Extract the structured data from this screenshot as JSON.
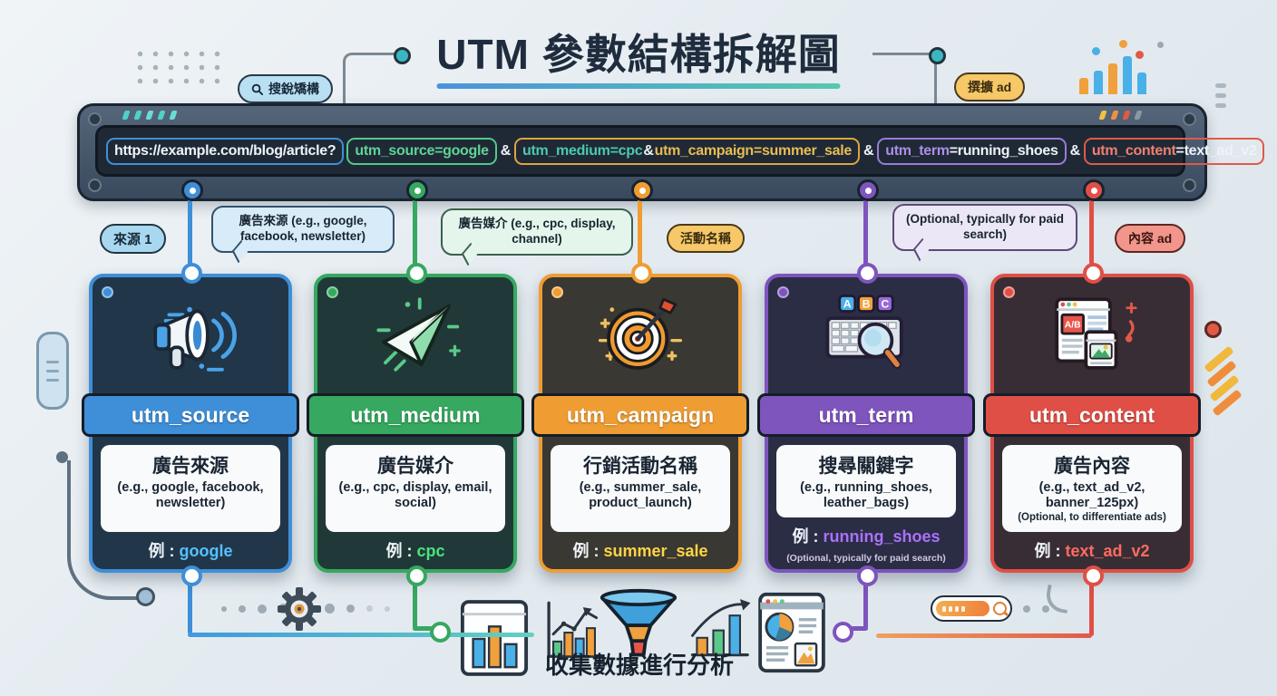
{
  "title": "UTM 參數結構拆解圖",
  "badges": {
    "search_structure": "搜銳矯構",
    "expand_ad": "撰擴 ad",
    "source_tag": "來源 1",
    "campaign_tag": "活動名稱",
    "content_tag": "內容 ad"
  },
  "url": {
    "base": "https://example.com/blog/article?",
    "amp": "&",
    "source": "utm_source=google",
    "medium": "utm_medium=cpc",
    "campaign": "utm_campaign=summer_sale",
    "term_key": "utm_term",
    "term_value": "=running_shoes",
    "content_key": "utm_content",
    "content_value": "=text_ad_v2"
  },
  "annotations": {
    "source_bubble": "廣告來源 (e.g., google, facebook, newsletter)",
    "medium_bubble": "廣告媒介 (e.g., cpc, display, channel)",
    "term_bubble": "(Optional, typically for paid search)"
  },
  "cards": [
    {
      "param": "utm_source",
      "title": "廣告來源",
      "examples": "(e.g., google, facebook, newsletter)",
      "example_label": "例 :",
      "example_value": "google",
      "color": "#3e8fd8"
    },
    {
      "param": "utm_medium",
      "title": "廣告媒介",
      "examples": "(e.g., cpc, display, email, social)",
      "example_label": "例 :",
      "example_value": "cpc",
      "color": "#36a85f"
    },
    {
      "param": "utm_campaign",
      "title": "行銷活動名稱",
      "examples": "(e.g., summer_sale, product_launch)",
      "example_label": "例 :",
      "example_value": "summer_sale",
      "color": "#ef9d33"
    },
    {
      "param": "utm_term",
      "title": "搜尋關鍵字",
      "examples": "(e.g., running_shoes, leather_bags)",
      "example_label": "例 :",
      "example_value": "running_shoes",
      "note": "(Optional, typically for paid search)",
      "color": "#7e54bd",
      "icon_letters": [
        "A",
        "B",
        "C"
      ]
    },
    {
      "param": "utm_content",
      "title": "廣告內容",
      "examples": "(e.g., text_ad_v2, banner_125px)",
      "inline_note": "(Optional, to differentiate ads)",
      "example_label": "例 :",
      "example_value": "text_ad_v2",
      "color": "#e04f46",
      "icon_label": "A/B"
    }
  ],
  "footer": {
    "caption": "收集數據進行分析"
  }
}
